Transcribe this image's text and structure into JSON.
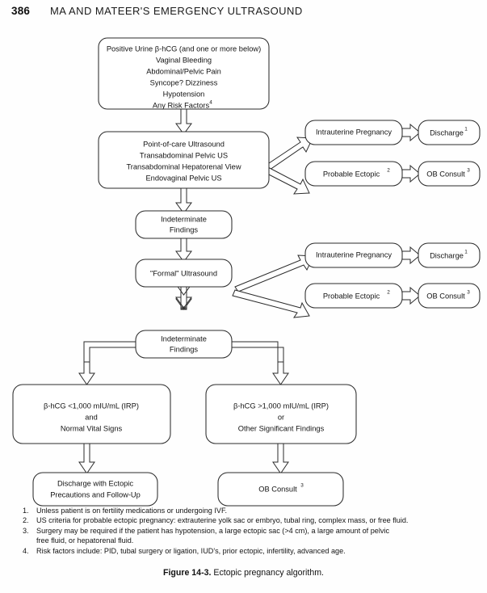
{
  "header": {
    "page_number": "386",
    "running_head": "MA AND MATEER'S EMERGENCY ULTRASOUND"
  },
  "flowchart": {
    "nodes": {
      "presentation": {
        "lines": [
          "Positive Urine β-hCG (and one or more below)",
          "Vaginal Bleeding",
          "Abdominal/Pelvic Pain",
          "Syncope? Dizziness",
          "Hypotension",
          "Any Risk Factors"
        ],
        "superscript": "4"
      },
      "poc_ultrasound": {
        "lines": [
          "Point-of-care Ultrasound",
          "Transabdominal Pelvic US",
          "Transabdominal Hepatorenal View",
          "Endovaginal Pelvic US"
        ]
      },
      "indeterminate_1": {
        "lines": [
          "Indeterminate",
          "Findings"
        ]
      },
      "formal_ultrasound": {
        "lines": [
          "\"Formal\" Ultrasound"
        ]
      },
      "indeterminate_2": {
        "lines": [
          "Indeterminate",
          "Findings"
        ]
      },
      "iup_1": {
        "lines": [
          "Intrauterine Pregnancy"
        ]
      },
      "discharge_1": {
        "lines": [
          "Discharge"
        ],
        "superscript": "1"
      },
      "ectopic_1": {
        "lines": [
          "Probable Ectopic"
        ],
        "superscript": "2"
      },
      "ob_consult_1": {
        "lines": [
          "OB Consult"
        ],
        "superscript": "3"
      },
      "iup_2": {
        "lines": [
          "Intrauterine Pregnancy"
        ]
      },
      "discharge_2": {
        "lines": [
          "Discharge"
        ],
        "superscript": "1"
      },
      "ectopic_2": {
        "lines": [
          "Probable Ectopic"
        ],
        "superscript": "2"
      },
      "ob_consult_2": {
        "lines": [
          "OB Consult"
        ],
        "superscript": "3"
      },
      "low_bhcg": {
        "lines": [
          "β-hCG <1,000 mIU/mL (IRP)",
          "and",
          "Normal Vital Signs"
        ]
      },
      "high_bhcg": {
        "lines": [
          "β-hCG >1,000 mIU/mL (IRP)",
          "or",
          "Other Significant Findings"
        ]
      },
      "discharge_ectopic_precautions": {
        "lines": [
          "Discharge with Ectopic",
          "Precautions and Follow-Up"
        ]
      },
      "ob_consult_final": {
        "lines": [
          "OB Consult"
        ],
        "superscript": "3"
      }
    }
  },
  "footnotes": [
    {
      "number": "1.",
      "text": "Unless patient is on fertility medications or undergoing IVF.",
      "continuation": ""
    },
    {
      "number": "2.",
      "text": "US criteria for probable ectopic pregnancy: extrauterine yolk sac or embryo, tubal ring, complex mass, or free fluid.",
      "continuation": ""
    },
    {
      "number": "3.",
      "text": "Surgery may be required if the patient has hypotension, a large ectopic sac (>4 cm), a large amount of pelvic",
      "continuation": "free fluid, or hepatorenal fluid."
    },
    {
      "number": "4.",
      "text": "Risk factors include: PID, tubal surgery or ligation, IUD's, prior ectopic, infertility, advanced age.",
      "continuation": ""
    }
  ],
  "caption": {
    "label": "Figure 14-3.",
    "text": "Ectopic pregnancy algorithm."
  },
  "colors": {
    "ink": "#2b2b2b",
    "paper": "#fefefe",
    "text": "#141414"
  }
}
